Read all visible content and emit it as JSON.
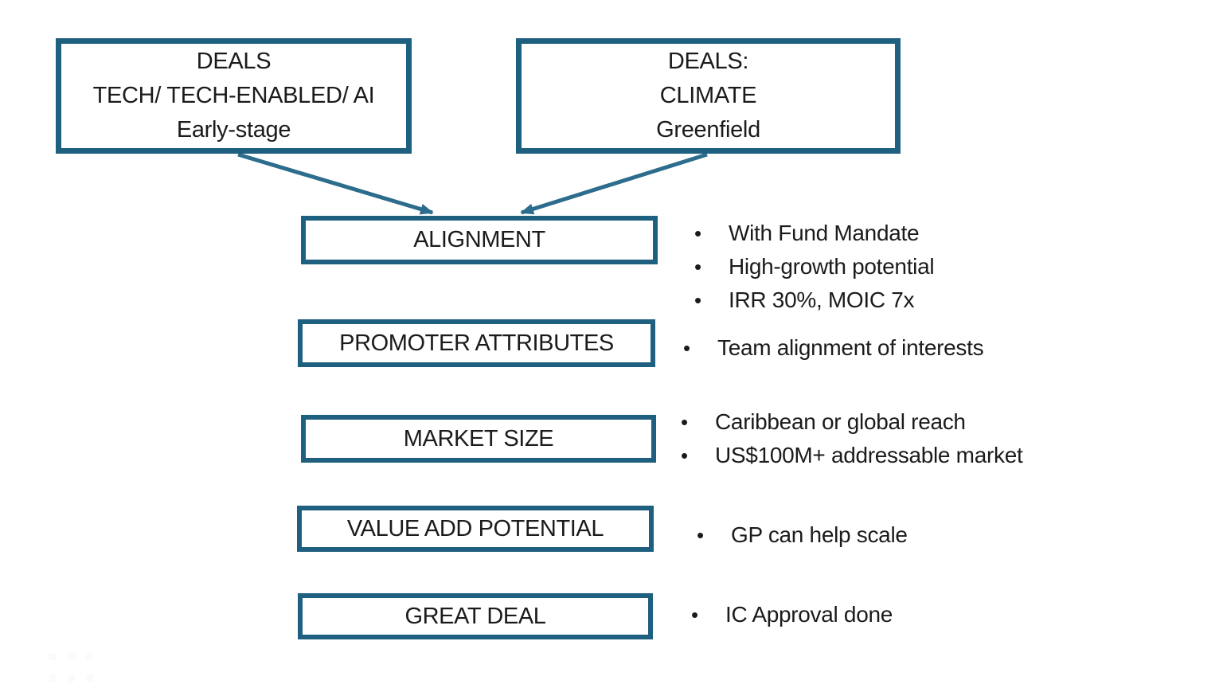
{
  "diagram": {
    "sources": [
      {
        "lines": [
          "DEALS",
          "TECH/ TECH-ENABLED/ AI",
          "Early-stage"
        ]
      },
      {
        "lines": [
          "DEALS:",
          "CLIMATE",
          "Greenfield"
        ]
      }
    ],
    "stages": [
      {
        "label": "ALIGNMENT",
        "bullets": [
          "With Fund Mandate",
          "High-growth potential",
          "IRR 30%, MOIC 7x"
        ]
      },
      {
        "label": "PROMOTER ATTRIBUTES",
        "bullets": [
          "Team alignment of interests"
        ]
      },
      {
        "label": "MARKET SIZE",
        "bullets": [
          "Caribbean or global reach",
          "US$100M+ addressable market"
        ]
      },
      {
        "label": "VALUE ADD POTENTIAL",
        "bullets": [
          "GP can help scale"
        ]
      },
      {
        "label": "GREAT DEAL",
        "bullets": [
          "IC Approval done"
        ]
      }
    ],
    "bullet_glyph": "•",
    "colors": {
      "box_border": "#1F5F7F",
      "arrow": "#2C6C8C",
      "text": "#1B1B1B",
      "background": "#FFFFFF"
    }
  }
}
